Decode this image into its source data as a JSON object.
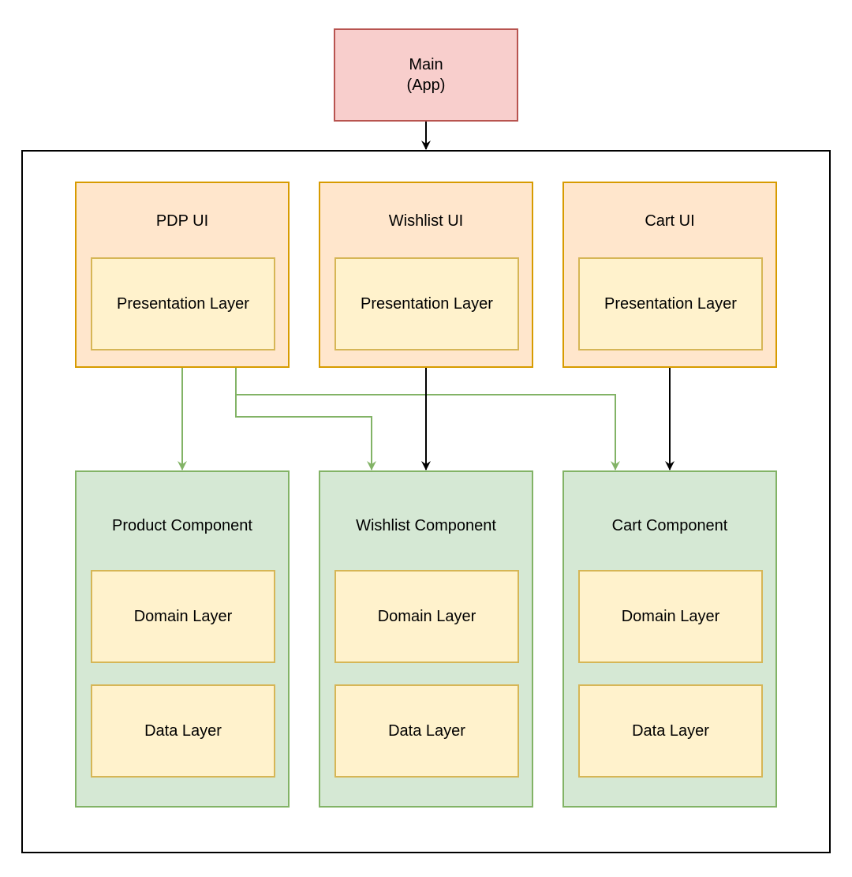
{
  "main": {
    "line1": "Main",
    "line2": "(App)"
  },
  "ui_modules": [
    {
      "title": "PDP UI",
      "layer": "Presentation Layer"
    },
    {
      "title": "Wishlist UI",
      "layer": "Presentation Layer"
    },
    {
      "title": "Cart UI",
      "layer": "Presentation Layer"
    }
  ],
  "components": [
    {
      "title": "Product Component",
      "domain": "Domain Layer",
      "data": "Data Layer"
    },
    {
      "title": "Wishlist Component",
      "domain": "Domain Layer",
      "data": "Data Layer"
    },
    {
      "title": "Cart Component",
      "domain": "Domain Layer",
      "data": "Data Layer"
    }
  ],
  "colors": {
    "main_fill": "#f8cecc",
    "main_stroke": "#b85450",
    "ui_fill": "#ffe6cc",
    "ui_stroke": "#d79b00",
    "component_fill": "#d5e8d4",
    "component_stroke": "#82b366",
    "layer_fill": "#fff2cc",
    "layer_stroke": "#d6b656",
    "arrow_black": "#000000",
    "arrow_green": "#82b366"
  }
}
